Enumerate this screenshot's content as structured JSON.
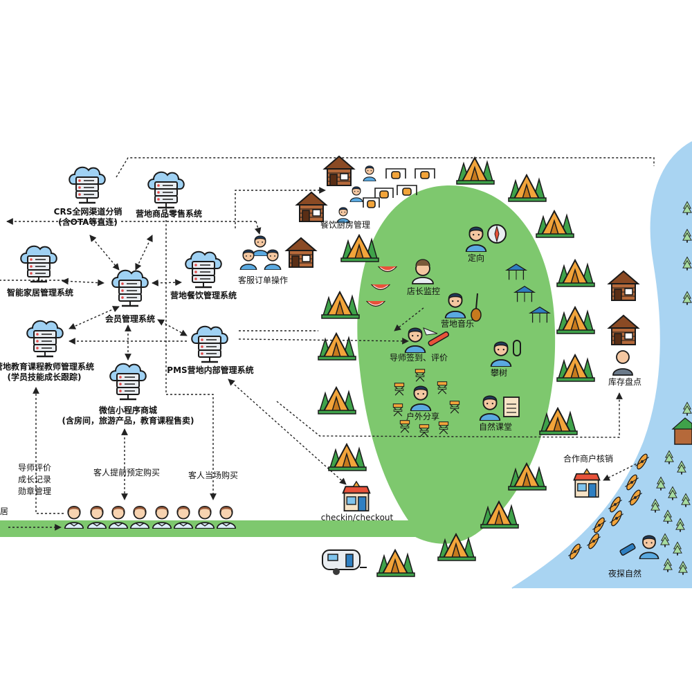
{
  "systems": {
    "crs": {
      "line1": "CRS全网渠道分销",
      "line2": "(含OTA等直连)"
    },
    "retail": "营地商品零售系统",
    "smart_home": "智能家居管理系统",
    "member": "会员管理系统",
    "catering": "营地餐饮管理系统",
    "education": {
      "line1": "营地教育课程教师管理系统",
      "line2": "(学员技能成长跟踪)"
    },
    "pms": "PMS营地内部管理系统",
    "miniapp": {
      "line1": "微信小程序商城",
      "line2": "(含房间，旅游产品，教育课程售卖)"
    }
  },
  "flows": {
    "tutor_eval": [
      "导师评价",
      "成长记录",
      "勋章管理"
    ],
    "prebook": "客人提前预定购买",
    "onsite": "客人当场购买",
    "home_partial": "居"
  },
  "places": {
    "kitchen": "餐饮厨房管理",
    "customer_service": "客服订单操作",
    "checkin": "checkin/checkout",
    "partner": "合作商户核销",
    "inventory": "库存盘点",
    "night": "夜探自然"
  },
  "activities": {
    "orienteering": "定向",
    "manager": "店长监控",
    "music": "营地音乐",
    "signin": "导师签到、评价",
    "climbing": "攀树",
    "sharing": "户外分享",
    "nature_class": "自然课堂"
  },
  "colors": {
    "camp_green": "#7ec86e",
    "river_blue": "#a9d4f2",
    "tent_orange": "#f2a43a",
    "tree_green": "#3fa24a",
    "cloud_blue": "#9fd1f3",
    "server_gray": "#e9edf1",
    "cabin_brown": "#b5693a",
    "guest_skin": "#f7d3b0"
  }
}
